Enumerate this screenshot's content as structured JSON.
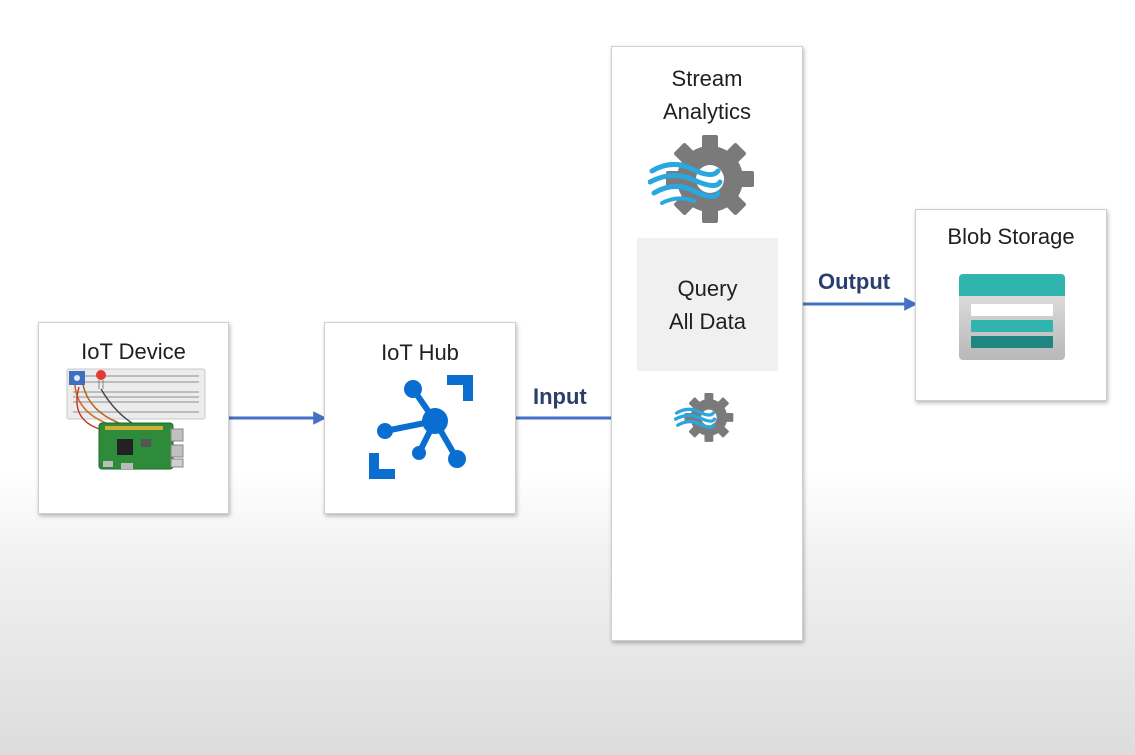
{
  "diagram": {
    "nodes": {
      "iot_device": {
        "title": "IoT Device",
        "icon": "raspberry-pi-breadboard-icon"
      },
      "iot_hub": {
        "title": "IoT Hub",
        "icon": "iot-hub-icon"
      },
      "stream_analytics": {
        "title": "Stream\nAnalytics",
        "icon": "stream-analytics-gear-icon",
        "query": "Query\nAll Data",
        "input_icon": "stream-analytics-gear-small-icon"
      },
      "blob_storage": {
        "title": "Blob Storage",
        "icon": "blob-storage-icon"
      }
    },
    "edges": [
      {
        "from": "iot_device",
        "to": "iot_hub",
        "label": ""
      },
      {
        "from": "iot_hub",
        "to": "stream_analytics",
        "label": "Input"
      },
      {
        "from": "stream_analytics",
        "to": "blob_storage",
        "label": "Output"
      }
    ],
    "labels": {
      "input": "Input",
      "output": "Output"
    },
    "colors": {
      "arrow": "#4472c4",
      "azure_blue": "#0a6ed1",
      "gear_gray": "#7a7a7a",
      "stream_cyan": "#2aa7df",
      "blob_teal": "#2fb5ad",
      "blob_dark_teal": "#1f8580",
      "blob_gray": "#c8c8c8",
      "label_navy": "#2b3f6b"
    }
  }
}
